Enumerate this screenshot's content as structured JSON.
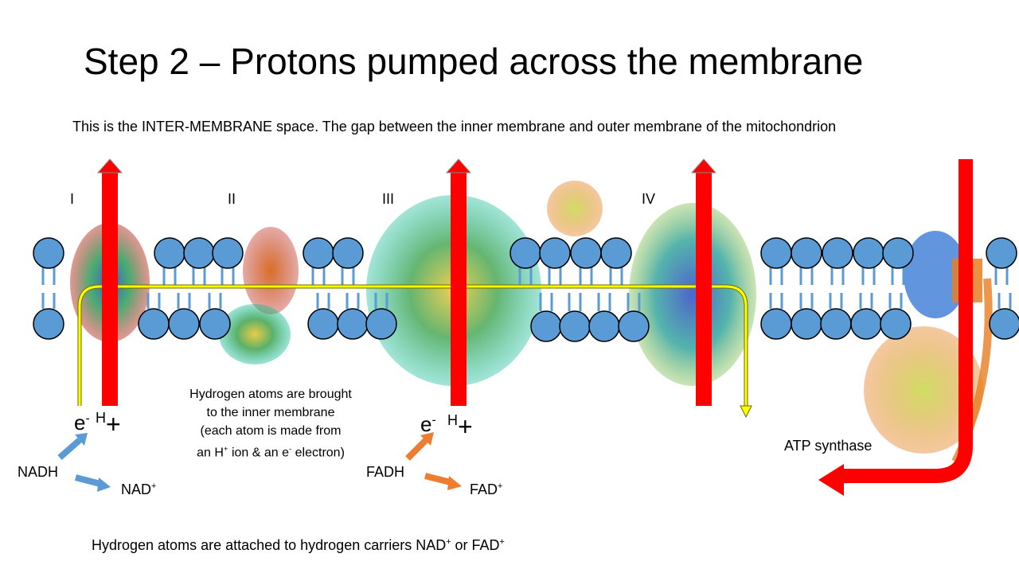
{
  "slide": {
    "title": "Step 2 – Protons pumped across the membrane",
    "subtitle": "This is the INTER-MEMBRANE space. The gap between the inner membrane and outer membrane of the mitochondrion",
    "complexes": [
      "I",
      "II",
      "III",
      "IV"
    ],
    "note": {
      "line1": "Hydrogen atoms are brought",
      "line2": "to the inner membrane",
      "line3": "(each atom is made from",
      "line4_a": "an H",
      "line4_sup1": "+",
      "line4_b": " ion  & an e",
      "line4_sup2": "-",
      "line4_c": " electron)"
    },
    "left_group": {
      "electron": "e",
      "electron_sup": "-",
      "proton": "H",
      "proton_sup": "+",
      "donor": "NADH",
      "product": "NAD",
      "product_sup": "+"
    },
    "right_group": {
      "electron": "e",
      "electron_sup": "-",
      "proton": "H",
      "proton_sup": "+",
      "donor": "FADH",
      "product": "FAD",
      "product_sup": "+"
    },
    "atp_synthase": "ATP synthase",
    "footer": {
      "text": "Hydrogen atoms are attached to hydrogen carriers NAD",
      "sup1": "+",
      "mid": " or FAD",
      "sup2": "+"
    }
  },
  "colors": {
    "proton_arrow": "#ff0000",
    "electron_path": "#ffff00",
    "lipid_head": "#5b9bd5",
    "nadh_arrow": "#5b9bd5",
    "fadh_arrow": "#ed7d31"
  }
}
